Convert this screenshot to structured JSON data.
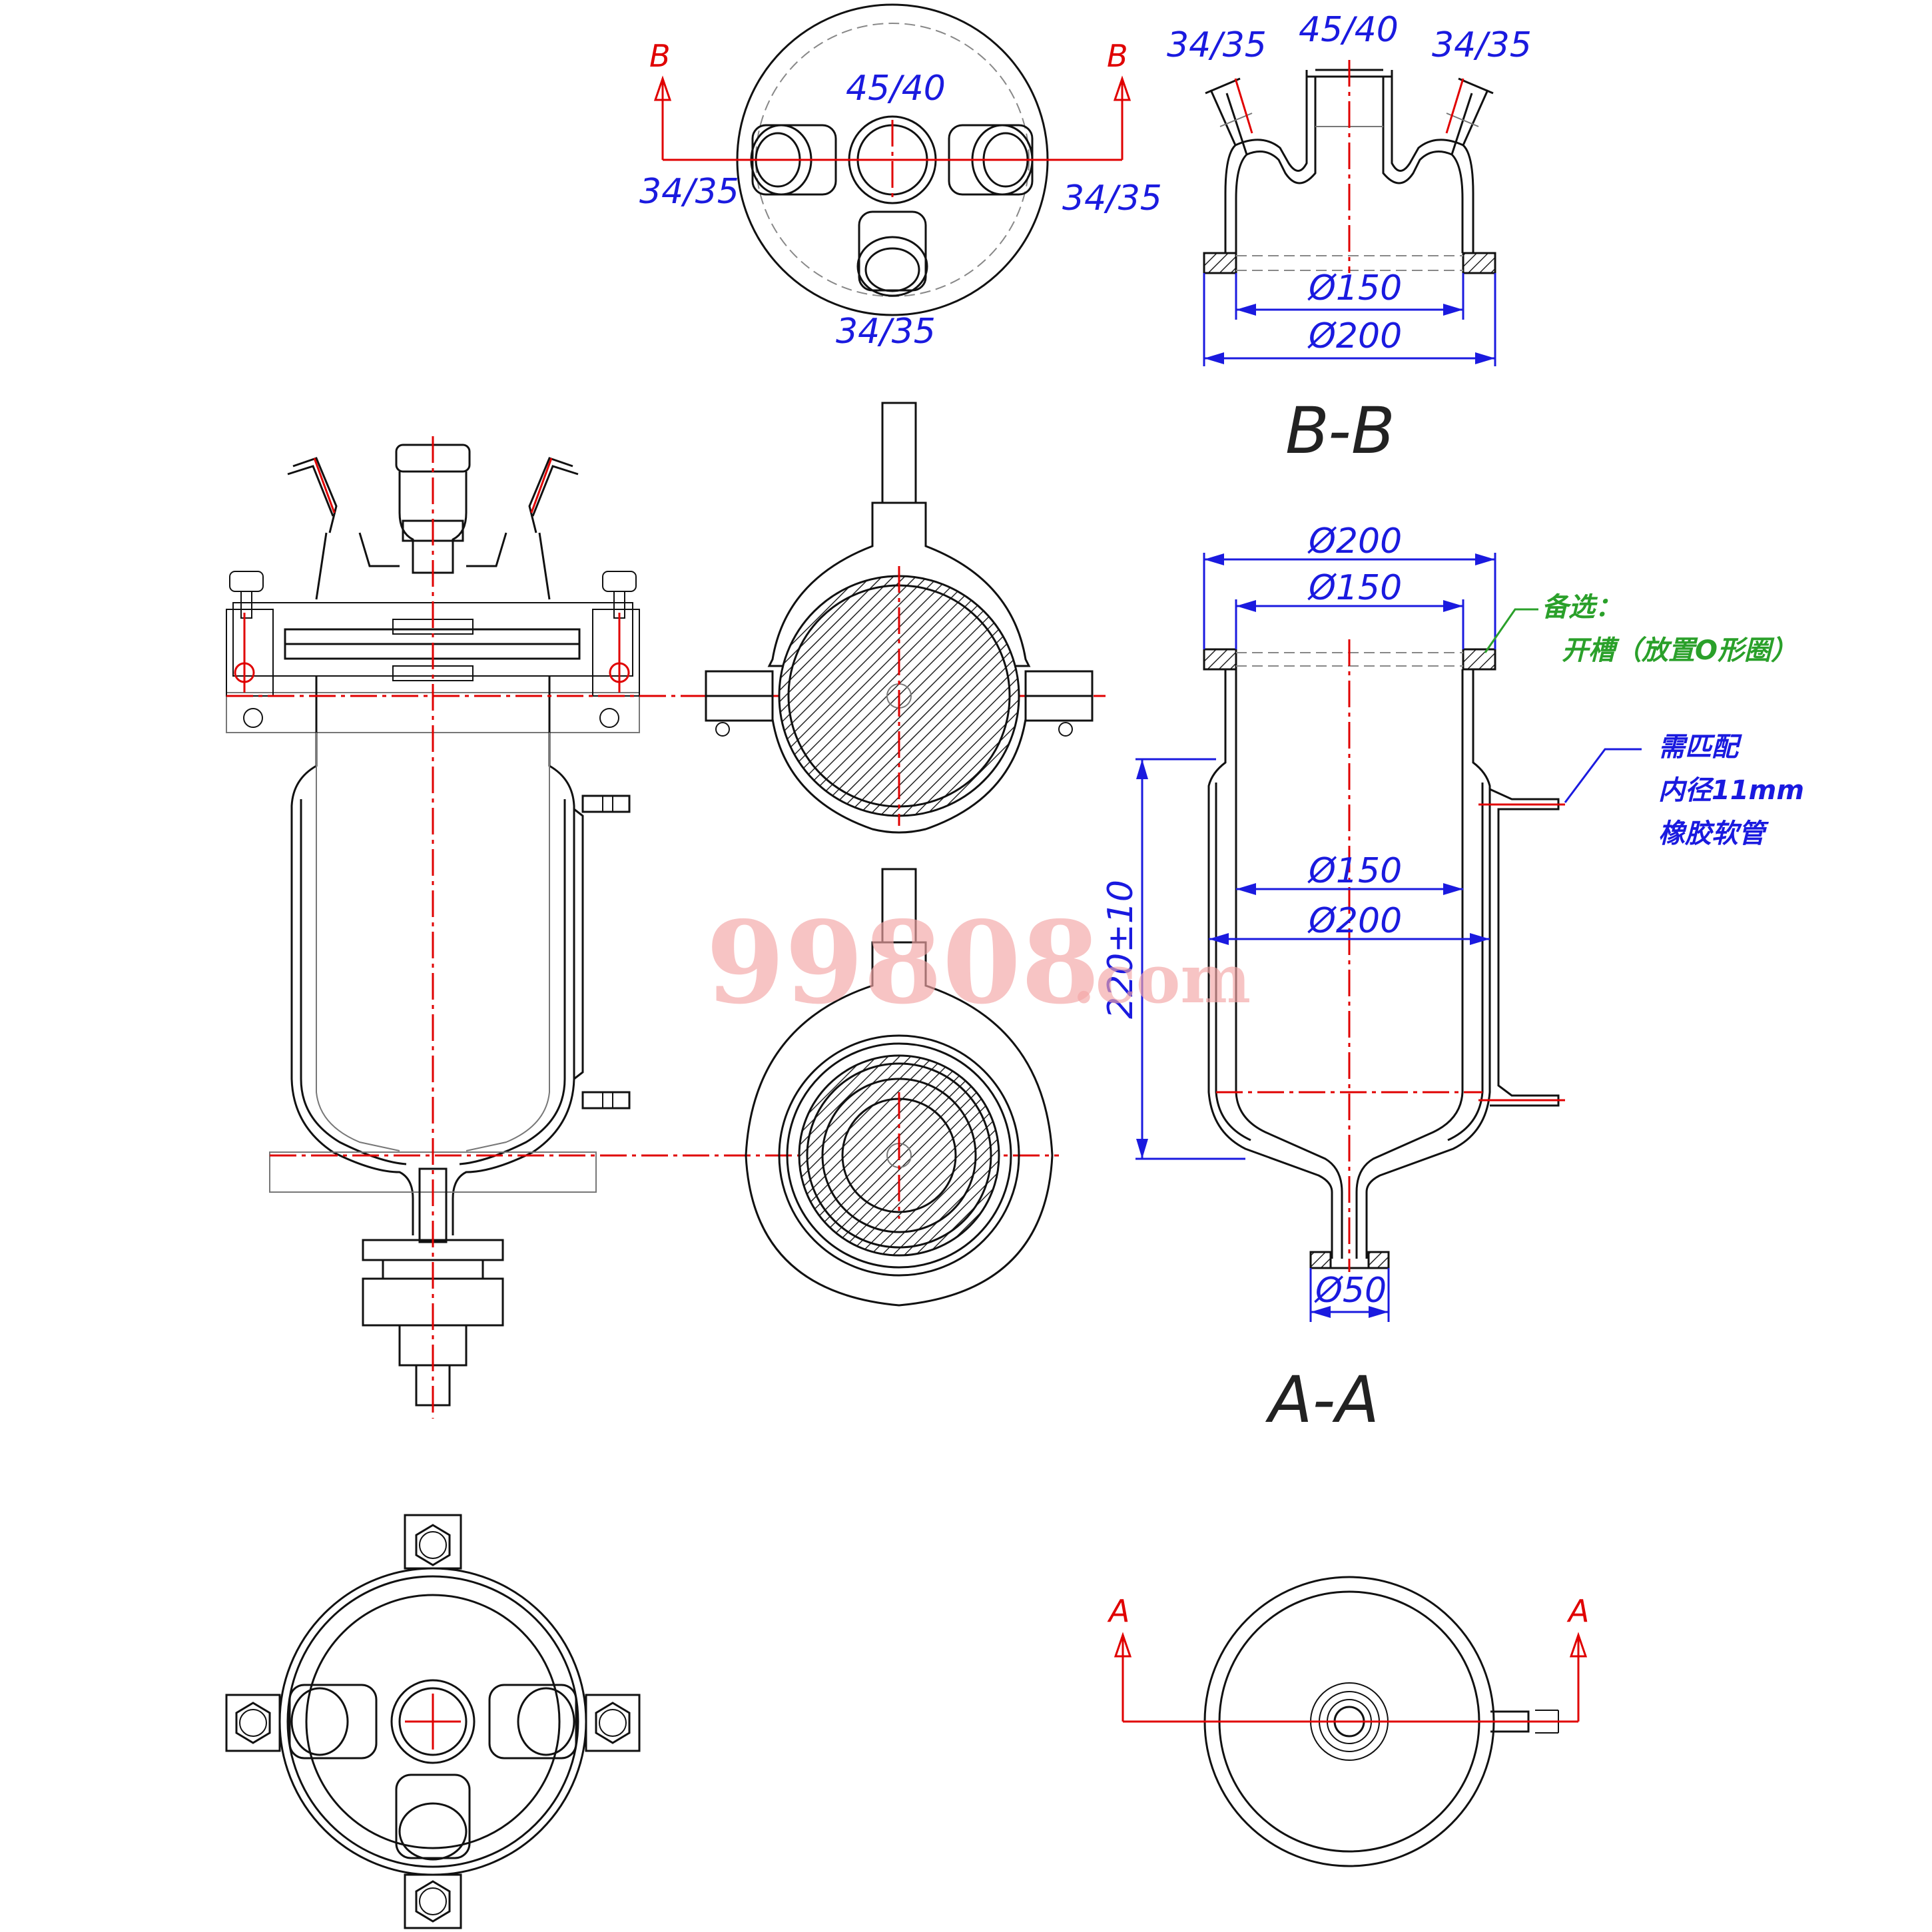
{
  "top_view": {
    "section_left": "B",
    "section_right": "B",
    "center_joint": "45/40",
    "left_joint": "34/35",
    "right_joint": "34/35",
    "bottom_joint": "34/35"
  },
  "section_bb": {
    "title": "B-B",
    "joint_left": "34/35",
    "joint_center": "45/40",
    "joint_right": "34/35",
    "dia_inner": "Ø150",
    "dia_outer": "Ø200"
  },
  "section_aa": {
    "title": "A-A",
    "dia_top_outer": "Ø200",
    "dia_top_inner": "Ø150",
    "dia_mid_inner": "Ø150",
    "dia_mid_outer": "Ø200",
    "height": "220±10",
    "dia_bottom": "Ø50",
    "note_optional": "备选：",
    "note_groove": "开槽（放置O形圈）",
    "note_hose_1": "需匹配",
    "note_hose_2": "内径11mm",
    "note_hose_3": "橡胶软管"
  },
  "bottom_view": {
    "section_left": "A",
    "section_right": "A"
  },
  "watermark": {
    "main": "99808",
    "suffix": ".com"
  }
}
